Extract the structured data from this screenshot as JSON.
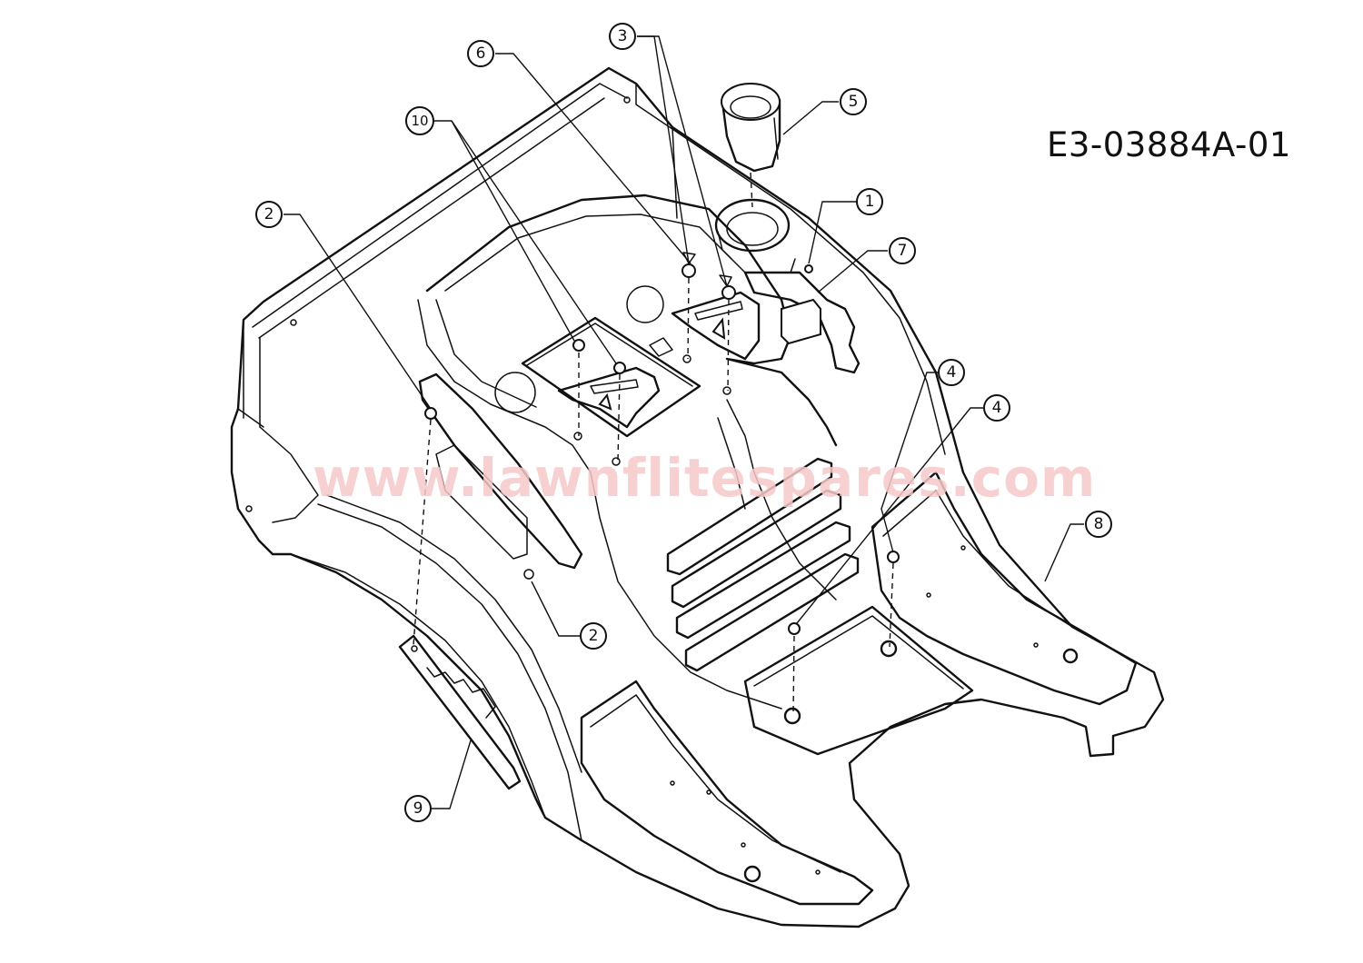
{
  "drawing": {
    "part_number": "E3-03884A-01",
    "watermark": "www.lawnflitespares.com"
  },
  "callouts": [
    {
      "label": "1"
    },
    {
      "label": "2"
    },
    {
      "label": "2"
    },
    {
      "label": "3"
    },
    {
      "label": "4"
    },
    {
      "label": "4"
    },
    {
      "label": "5"
    },
    {
      "label": "6"
    },
    {
      "label": "7"
    },
    {
      "label": "8"
    },
    {
      "label": "9"
    },
    {
      "label": "10"
    }
  ]
}
